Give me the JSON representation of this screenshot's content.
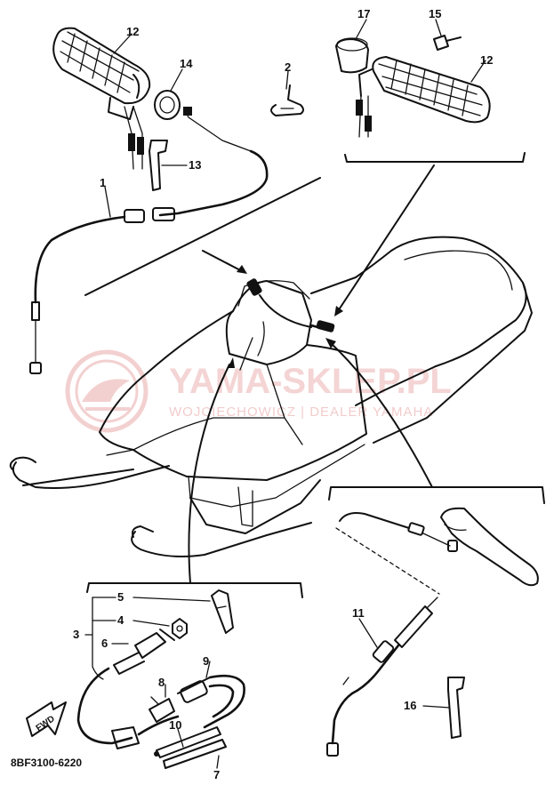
{
  "diagram": {
    "part_code": "8BF3100-6220",
    "fwd_label": "FWD",
    "callouts": {
      "c1": "1",
      "c2": "2",
      "c3": "3",
      "c4": "4",
      "c5": "5",
      "c6": "6",
      "c7": "7",
      "c8": "8",
      "c9": "9",
      "c10": "10",
      "c11": "11",
      "c12a": "12",
      "c12b": "12",
      "c13": "13",
      "c14": "14",
      "c15": "15",
      "c16": "16",
      "c17": "17"
    }
  },
  "watermark": {
    "line1": "YAMA-SKLEP.PL",
    "line2": "WOJCIECHOWICZ | DEALER YAMAHA",
    "color": "#e8a2a2"
  }
}
